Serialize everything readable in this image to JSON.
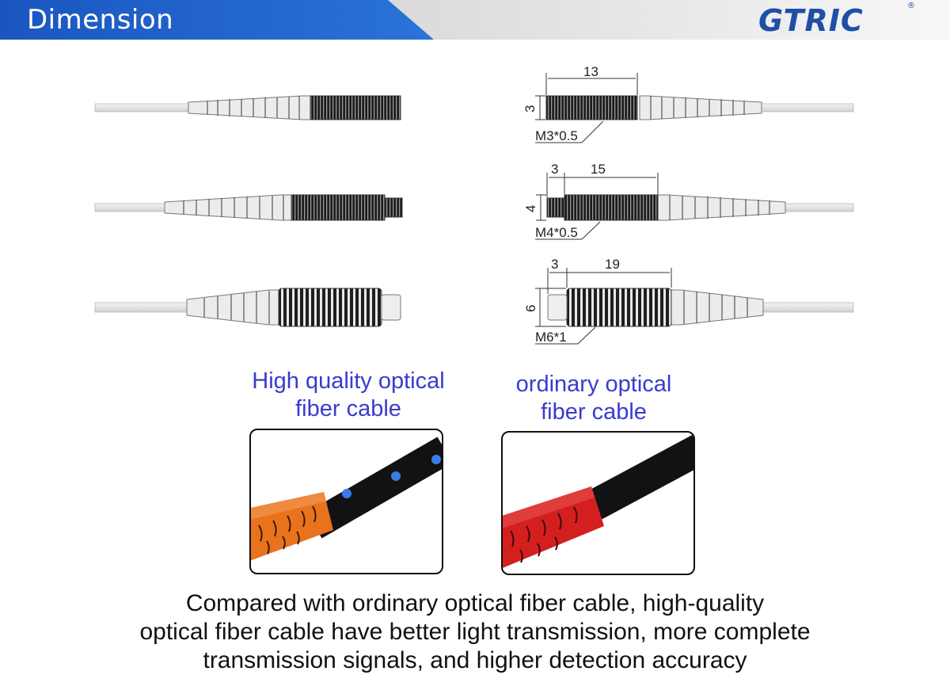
{
  "header": {
    "title": "Dimension",
    "logo_text": "GTRIC",
    "logo_reg": "®",
    "colors": {
      "banner": "#1f5fc4",
      "logo": "#1f4fa6"
    }
  },
  "dimensions": {
    "m3": {
      "length": "13",
      "diameter": "3",
      "thread": "M3*0.5"
    },
    "m4": {
      "tip": "3",
      "length": "15",
      "diameter": "4",
      "thread": "M4*0.5"
    },
    "m6": {
      "tip": "3",
      "length": "19",
      "diameter": "6",
      "thread": "M6*1"
    }
  },
  "comparison": {
    "high_quality": {
      "caption_line1": "High quality optical",
      "caption_line2": "fiber cable",
      "sleeve_color": "#e8731c"
    },
    "ordinary": {
      "caption_line1": "ordinary optical",
      "caption_line2": "fiber cable",
      "sleeve_color": "#d41f1f"
    },
    "caption_color": "#3a3ad0"
  },
  "description": {
    "line1": "Compared with ordinary optical fiber cable, high-quality",
    "line2": "optical fiber cable have better light transmission, more complete",
    "line3": "transmission signals, and higher detection accuracy"
  }
}
